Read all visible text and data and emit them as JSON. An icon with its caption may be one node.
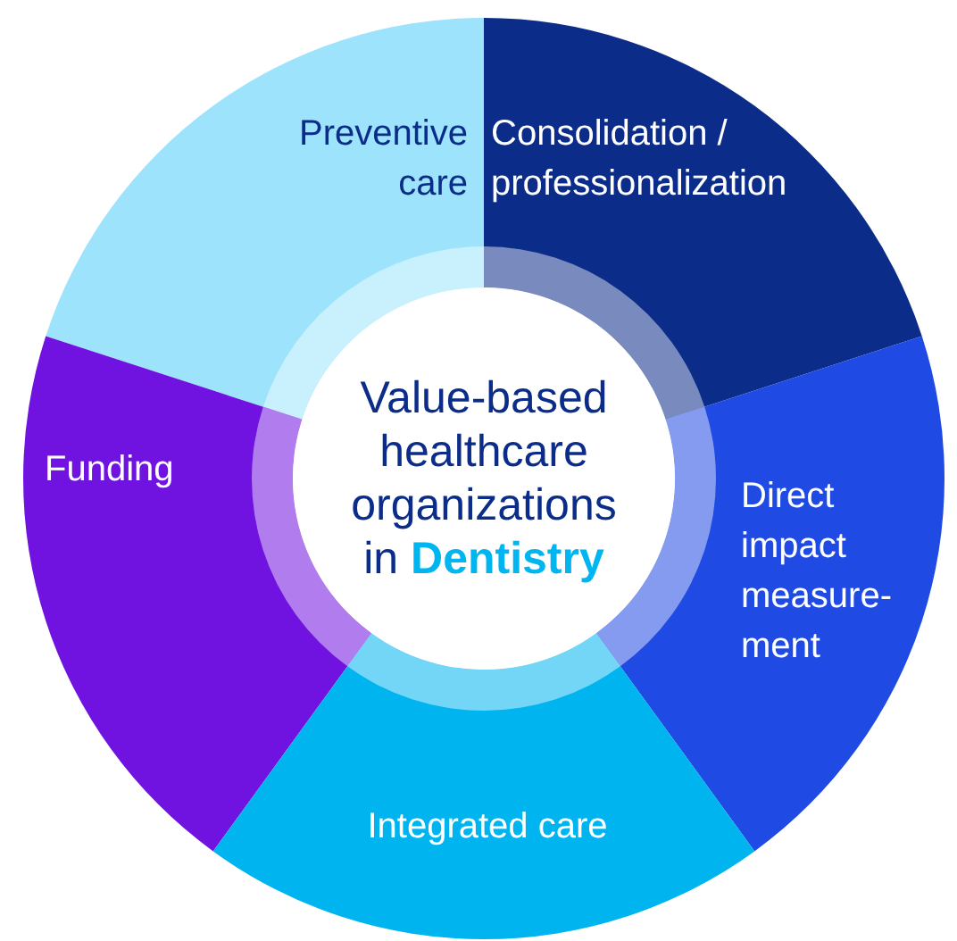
{
  "diagram": {
    "nodes": [
      {
        "text": [
          "Value-based healthcare organizations in **Dentistry**"
        ]
      },
      {
        "text": [
          "Preventive care"
        ]
      },
      {
        "text": [
          "Consolidation / professionalization"
        ]
      },
      {
        "text": [
          "Funding"
        ]
      },
      {
        "text": [
          "Direct impact measure-ment"
        ]
      },
      {
        "text": [
          "Integrated care"
        ]
      }
    ]
  }
}
